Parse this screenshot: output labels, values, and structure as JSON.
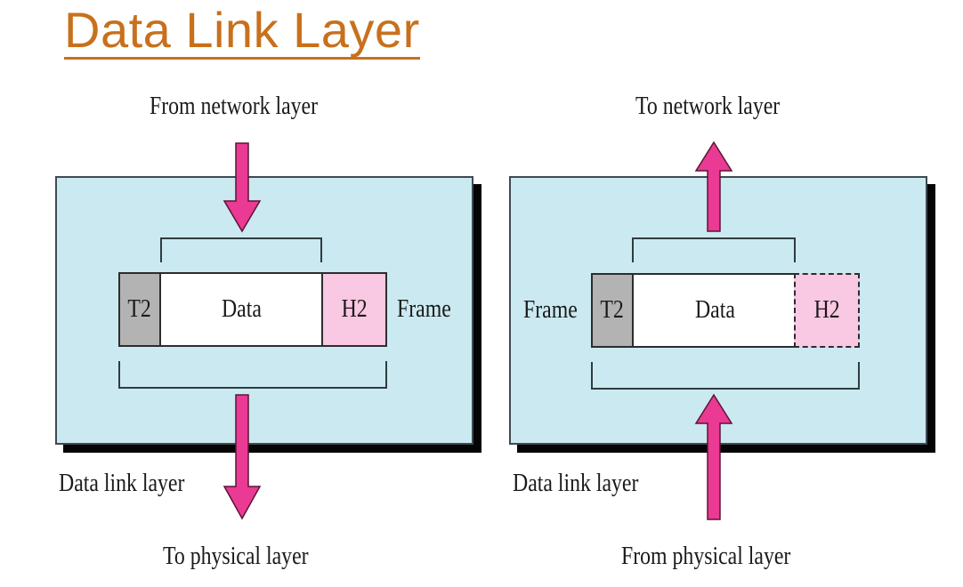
{
  "title": "Data Link Layer",
  "colors": {
    "title": "#c8701c",
    "panel_fill": "#cbe9f0",
    "arrow": "#ea3a93",
    "trailer": "#b3b3b3",
    "header": "#f9c8e2",
    "data": "#ffffff"
  },
  "sender": {
    "top_label": "From network layer",
    "bottom_label": "To physical layer",
    "layer_label": "Data link layer",
    "frame_label": "Frame",
    "segments": {
      "trailer": "T2",
      "data": "Data",
      "header": "H2"
    },
    "arrow_in_direction": "down",
    "arrow_out_direction": "down"
  },
  "receiver": {
    "top_label": "To network layer",
    "bottom_label": "From physical layer",
    "layer_label": "Data link layer",
    "frame_label": "Frame",
    "segments": {
      "trailer": "T2",
      "data": "Data",
      "header": "H2"
    },
    "header_style": "dashed",
    "arrow_in_direction": "up",
    "arrow_out_direction": "up"
  }
}
